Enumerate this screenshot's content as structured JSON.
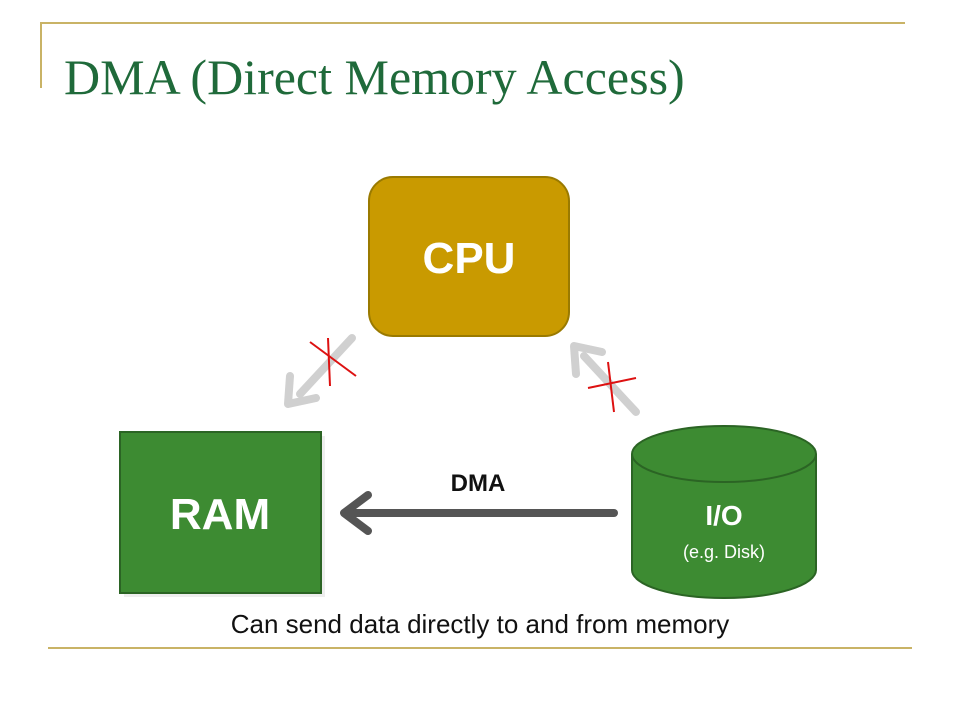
{
  "slide": {
    "title": "DMA (Direct Memory Access)",
    "caption": "Can send data directly to and from memory"
  },
  "diagram": {
    "cpu": {
      "label": "CPU",
      "color": "#c99a00",
      "border": "#9a7a00"
    },
    "ram": {
      "label": "RAM",
      "color": "#3d8b32",
      "border": "#2b6424"
    },
    "io": {
      "label": "I/O",
      "sublabel": "(e.g. Disk)",
      "color": "#3d8b32",
      "border": "#2b6424"
    },
    "dma_arrow": {
      "label": "DMA",
      "color": "#555555"
    },
    "blocked_arrow_color": "#d0d0d0",
    "cross_color": "#dd1111"
  }
}
